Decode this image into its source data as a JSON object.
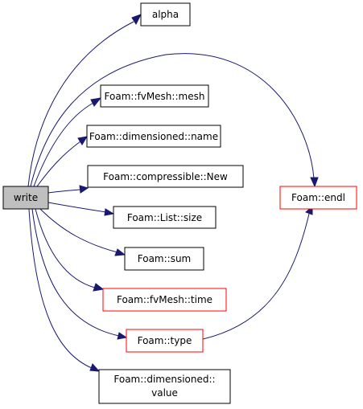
{
  "graph": {
    "colors": {
      "edge": "#191970",
      "root_fill": "#bfbfbf",
      "node_border": "#000000",
      "node_border_truncated": "#ff0000",
      "node_fill": "#ffffff"
    },
    "nodes": {
      "write": {
        "label": "write",
        "style": "root"
      },
      "alpha": {
        "label": "alpha",
        "style": "normal"
      },
      "mesh": {
        "label": "Foam::fvMesh::mesh",
        "style": "normal"
      },
      "name": {
        "label": "Foam::dimensioned::name",
        "style": "normal"
      },
      "compressibleNew": {
        "label": "Foam::compressible::New",
        "style": "normal"
      },
      "listSize": {
        "label": "Foam::List::size",
        "style": "normal"
      },
      "sum": {
        "label": "Foam::sum",
        "style": "normal"
      },
      "time": {
        "label": "Foam::fvMesh::time",
        "style": "truncated"
      },
      "type": {
        "label": "Foam::type",
        "style": "truncated"
      },
      "value_line1": {
        "label": "Foam::dimensioned::",
        "style": "normal"
      },
      "value_line2": {
        "label": "value",
        "style": "normal"
      },
      "endl": {
        "label": "Foam::endl",
        "style": "truncated"
      }
    },
    "edges": [
      {
        "from": "write",
        "to": "alpha"
      },
      {
        "from": "write",
        "to": "endl"
      },
      {
        "from": "write",
        "to": "mesh"
      },
      {
        "from": "write",
        "to": "name"
      },
      {
        "from": "write",
        "to": "compressibleNew"
      },
      {
        "from": "write",
        "to": "listSize"
      },
      {
        "from": "write",
        "to": "sum"
      },
      {
        "from": "write",
        "to": "time"
      },
      {
        "from": "write",
        "to": "type"
      },
      {
        "from": "write",
        "to": "value"
      },
      {
        "from": "type",
        "to": "endl"
      }
    ]
  }
}
